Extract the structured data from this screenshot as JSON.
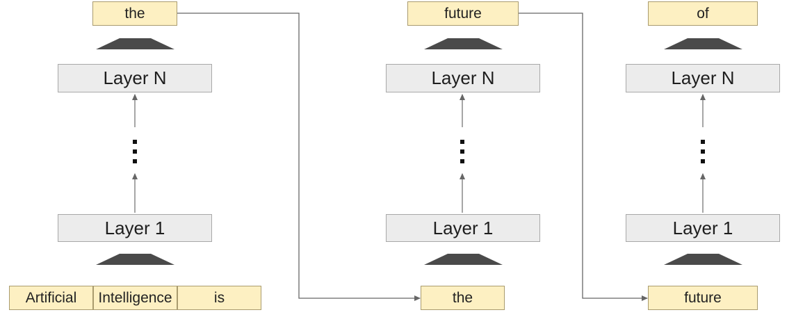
{
  "columns": [
    {
      "output": "the",
      "top_layer": "Layer N",
      "bottom_layer": "Layer 1",
      "inputs": [
        "Artificial",
        "Intelligence",
        "is"
      ]
    },
    {
      "output": "future",
      "top_layer": "Layer N",
      "bottom_layer": "Layer 1",
      "inputs": [
        "the"
      ]
    },
    {
      "output": "of",
      "top_layer": "Layer N",
      "bottom_layer": "Layer 1",
      "inputs": [
        "future"
      ]
    }
  ],
  "colors": {
    "token_fill": "#fdf0c2",
    "layer_fill": "#ececec",
    "arrow": "#555555"
  }
}
